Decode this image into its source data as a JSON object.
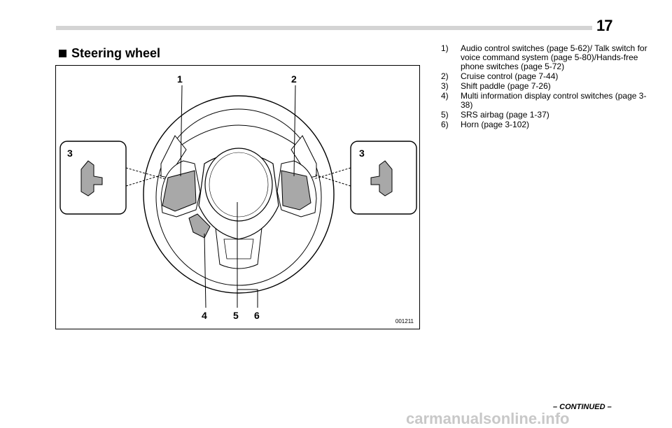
{
  "page": {
    "number": "17"
  },
  "section": {
    "title": "Steering wheel"
  },
  "figure": {
    "code": "001211",
    "callouts": {
      "c1": "1",
      "c2": "2",
      "c3_left": "3",
      "c3_right": "3",
      "c4": "4",
      "c5": "5",
      "c6": "6"
    }
  },
  "legend": [
    {
      "num": "1)",
      "text": "Audio control switches (page 5-62)/ Talk switch for voice command system (page 5-80)/Hands-free phone switches (page 5-72)"
    },
    {
      "num": "2)",
      "text": "Cruise control (page 7-44)"
    },
    {
      "num": "3)",
      "text": "Shift paddle (page 7-26)"
    },
    {
      "num": "4)",
      "text": "Multi information display control switches (page 3-38)"
    },
    {
      "num": "5)",
      "text": "SRS airbag (page 1-37)"
    },
    {
      "num": "6)",
      "text": "Horn (page 3-102)"
    }
  ],
  "footer": {
    "continued": "– CONTINUED –",
    "watermark": "carmanualsonline.info"
  }
}
